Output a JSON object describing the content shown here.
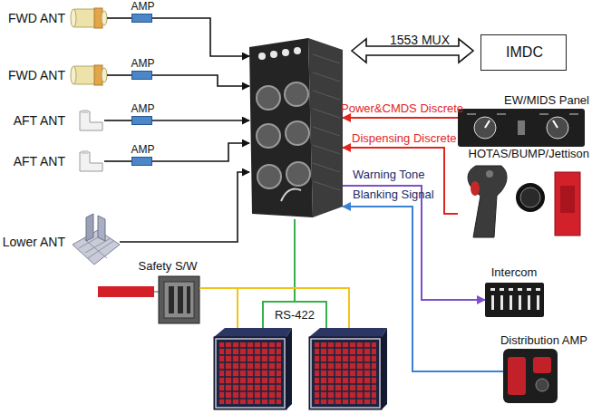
{
  "diagram": {
    "nodes": [
      {
        "text": [
          "FWD ANT"
        ]
      },
      {
        "text": [
          "AMP"
        ]
      },
      {
        "text": [
          "FWD ANT"
        ]
      },
      {
        "text": [
          "AMP"
        ]
      },
      {
        "text": [
          "AFT ANT"
        ]
      },
      {
        "text": [
          "AMP"
        ]
      },
      {
        "text": [
          "AFT ANT"
        ]
      },
      {
        "text": [
          "AMP"
        ]
      },
      {
        "text": [
          "Lower ANT"
        ]
      },
      {
        "text": []
      },
      {
        "text": [
          "IMDC"
        ]
      },
      {
        "text": [
          "EW/MIDS Panel"
        ]
      },
      {
        "text": [
          "HOTAS/BUMP/Jettison"
        ]
      },
      {
        "text": [
          "Intercom"
        ]
      },
      {
        "text": [
          "Distribution AMP"
        ]
      },
      {
        "text": [
          "Safety S/W"
        ]
      },
      {
        "text": []
      },
      {
        "text": []
      }
    ],
    "edges": [
      {
        "from": 0,
        "to": 1,
        "arrow": "none"
      },
      {
        "from": 1,
        "to": 9,
        "arrow": "to"
      },
      {
        "from": 2,
        "to": 3,
        "arrow": "none"
      },
      {
        "from": 3,
        "to": 9,
        "arrow": "to"
      },
      {
        "from": 4,
        "to": 5,
        "arrow": "none"
      },
      {
        "from": 5,
        "to": 9,
        "arrow": "to"
      },
      {
        "from": 6,
        "to": 7,
        "arrow": "none"
      },
      {
        "from": 7,
        "to": 9,
        "arrow": "to"
      },
      {
        "from": 8,
        "to": 9,
        "arrow": "to"
      },
      {
        "from": 9,
        "to": 10,
        "label": "1553 MUX",
        "arrow": "both"
      },
      {
        "from": 11,
        "to": 9,
        "label": "Power&CMDS Discrete",
        "arrow": "to"
      },
      {
        "from": 12,
        "to": 9,
        "label": "Dispensing Discrete",
        "arrow": "to"
      },
      {
        "from": 9,
        "to": 13,
        "label": "Warning Tone",
        "arrow": "to"
      },
      {
        "from": 14,
        "to": 9,
        "label": "Blanking Signal",
        "arrow": "to"
      },
      {
        "from": 9,
        "to": 16,
        "label": "RS-422",
        "arrow": "none"
      },
      {
        "from": 9,
        "to": 17,
        "arrow": "none"
      },
      {
        "from": 15,
        "to": 16,
        "arrow": "none"
      },
      {
        "from": 15,
        "to": 17,
        "arrow": "none"
      }
    ]
  }
}
